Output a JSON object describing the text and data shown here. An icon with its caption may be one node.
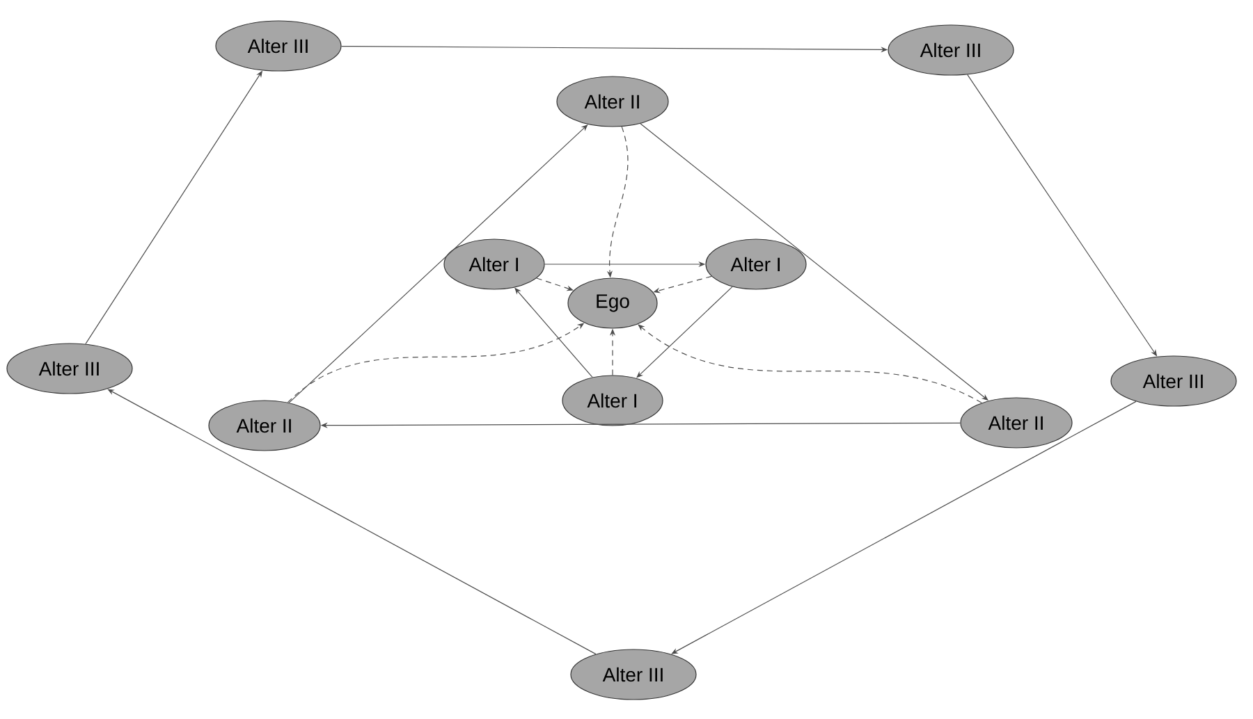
{
  "diagram": {
    "nodes": [
      {
        "text": [
          "Alter III"
        ]
      },
      {
        "text": [
          "Alter III"
        ]
      },
      {
        "text": [
          "Alter II"
        ]
      },
      {
        "text": [
          "Alter I"
        ]
      },
      {
        "text": [
          "Alter I"
        ]
      },
      {
        "text": [
          "Ego"
        ]
      },
      {
        "text": [
          "Alter III"
        ]
      },
      {
        "text": [
          "Alter III"
        ]
      },
      {
        "text": [
          "Alter I"
        ]
      },
      {
        "text": [
          "Alter II"
        ]
      },
      {
        "text": [
          "Alter II"
        ]
      },
      {
        "text": [
          "Alter III"
        ]
      }
    ],
    "edges": [
      {
        "from": 0,
        "to": 1,
        "arrow": "to"
      },
      {
        "from": 1,
        "to": 7,
        "arrow": "to"
      },
      {
        "from": 7,
        "to": 11,
        "arrow": "to"
      },
      {
        "from": 11,
        "to": 6,
        "arrow": "to"
      },
      {
        "from": 6,
        "to": 0,
        "arrow": "to"
      },
      {
        "from": 9,
        "to": 2,
        "arrow": "to"
      },
      {
        "from": 2,
        "to": 10,
        "arrow": "to"
      },
      {
        "from": 10,
        "to": 9,
        "arrow": "to"
      },
      {
        "from": 3,
        "to": 4,
        "arrow": "to"
      },
      {
        "from": 4,
        "to": 8,
        "arrow": "to"
      },
      {
        "from": 8,
        "to": 3,
        "arrow": "to"
      },
      {
        "from": 2,
        "to": 5,
        "arrow": "to",
        "style": "dashed"
      },
      {
        "from": 3,
        "to": 5,
        "arrow": "to",
        "style": "dashed"
      },
      {
        "from": 4,
        "to": 5,
        "arrow": "to",
        "style": "dashed"
      },
      {
        "from": 8,
        "to": 5,
        "arrow": "to",
        "style": "dashed"
      },
      {
        "from": 9,
        "to": 5,
        "arrow": "to",
        "style": "dashed"
      },
      {
        "from": 10,
        "to": 5,
        "arrow": "to",
        "style": "dashed"
      }
    ]
  }
}
